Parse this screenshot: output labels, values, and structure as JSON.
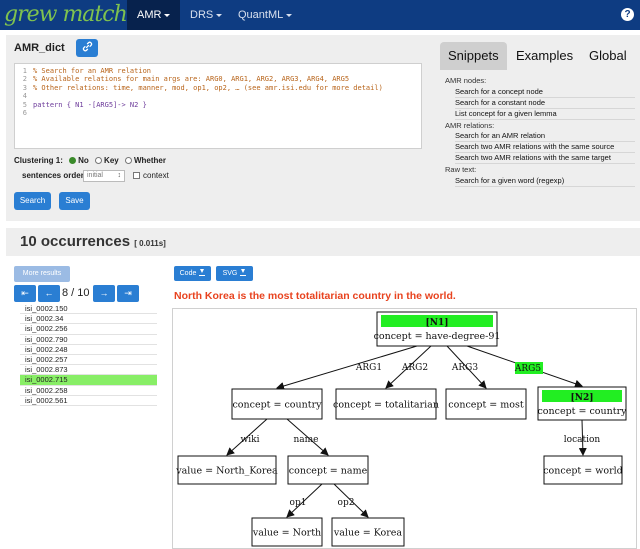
{
  "nav": {
    "logo": "grew match",
    "items": [
      {
        "label": "AMR",
        "active": true
      },
      {
        "label": "DRS",
        "active": false
      },
      {
        "label": "QuantML",
        "active": false
      }
    ],
    "help": "?"
  },
  "query": {
    "dict_label": "AMR_dict",
    "code_lines": [
      {
        "n": "1",
        "text": "% Search for an AMR relation",
        "kind": "comment"
      },
      {
        "n": "2",
        "text": "% Available relations for main args are: ARG0, ARG1, ARG2, ARG3, ARG4, ARG5",
        "kind": "comment"
      },
      {
        "n": "3",
        "text": "% Other relations: time, manner, mod, op1, op2, … (see amr.isi.edu for more detail)",
        "kind": "comment"
      },
      {
        "n": "4",
        "text": "",
        "kind": "plain"
      },
      {
        "n": "5",
        "text": "pattern { N1 -[ARG5]-> N2 }",
        "kind": "pattern"
      },
      {
        "n": "6",
        "text": "",
        "kind": "plain"
      }
    ],
    "clustering_label": "Clustering 1:",
    "clustering_options": [
      "No",
      "Key",
      "Whether"
    ],
    "clustering_selected": "No",
    "sentences_order_label": "sentences order:",
    "sentences_order_value": "initial",
    "context_label": "context",
    "search_button": "Search",
    "save_button": "Save"
  },
  "snippets": {
    "tabs": [
      "Snippets",
      "Examples",
      "Global"
    ],
    "active_tab": "Snippets",
    "groups": [
      {
        "heading": "AMR nodes:",
        "items": [
          "Search for a concept node",
          "Search for a constant node",
          "List concept for a given lemma"
        ]
      },
      {
        "heading": "AMR relations:",
        "items": [
          "Search for an AMR relation",
          "Search two AMR relations with the same source",
          "Search two AMR relations with the same target"
        ]
      },
      {
        "heading": "Raw text:",
        "items": [
          "Search for a given word (regexp)"
        ]
      }
    ]
  },
  "results": {
    "count_title": "10 occurrences",
    "time": "[ 0.011s]",
    "more_results": "More results",
    "pager": {
      "first": "⇤",
      "prev": "←",
      "label": "8 / 10",
      "next": "→",
      "last": "⇥"
    },
    "sentence_ids": [
      "isi_0002.150",
      "isi_0002.34",
      "isi_0002.256",
      "isi_0002.790",
      "isi_0002.248",
      "isi_0002.257",
      "isi_0002.873",
      "isi_0002.715",
      "isi_0002.258",
      "isi_0002.561"
    ],
    "selected_id": "isi_0002.715",
    "code_button": "Code",
    "svg_button": "SVG",
    "sentence": "North Korea is the most totalitarian country in the world."
  },
  "graph": {
    "highlight_color": "#22ee22",
    "nodes": [
      {
        "id": "n1",
        "tag": "[N1]",
        "label": "concept = have-degree-91"
      },
      {
        "id": "c1",
        "label": "concept = country"
      },
      {
        "id": "tot",
        "label": "concept = totalitarian"
      },
      {
        "id": "most",
        "label": "concept = most"
      },
      {
        "id": "n2",
        "tag": "[N2]",
        "label": "concept = country"
      },
      {
        "id": "nk",
        "label": "value = North_Korea"
      },
      {
        "id": "name",
        "label": "concept = name"
      },
      {
        "id": "world",
        "label": "concept = world"
      },
      {
        "id": "north",
        "label": "value = North"
      },
      {
        "id": "korea",
        "label": "value = Korea"
      }
    ],
    "edges": [
      {
        "from": "n1",
        "to": "c1",
        "label": "ARG1"
      },
      {
        "from": "n1",
        "to": "tot",
        "label": "ARG2"
      },
      {
        "from": "n1",
        "to": "most",
        "label": "ARG3"
      },
      {
        "from": "n1",
        "to": "n2",
        "label": "ARG5",
        "highlight": true
      },
      {
        "from": "c1",
        "to": "nk",
        "label": "wiki"
      },
      {
        "from": "c1",
        "to": "name",
        "label": "name"
      },
      {
        "from": "n2",
        "to": "world",
        "label": "location"
      },
      {
        "from": "name",
        "to": "north",
        "label": "op1"
      },
      {
        "from": "name",
        "to": "korea",
        "label": "op2"
      }
    ]
  }
}
